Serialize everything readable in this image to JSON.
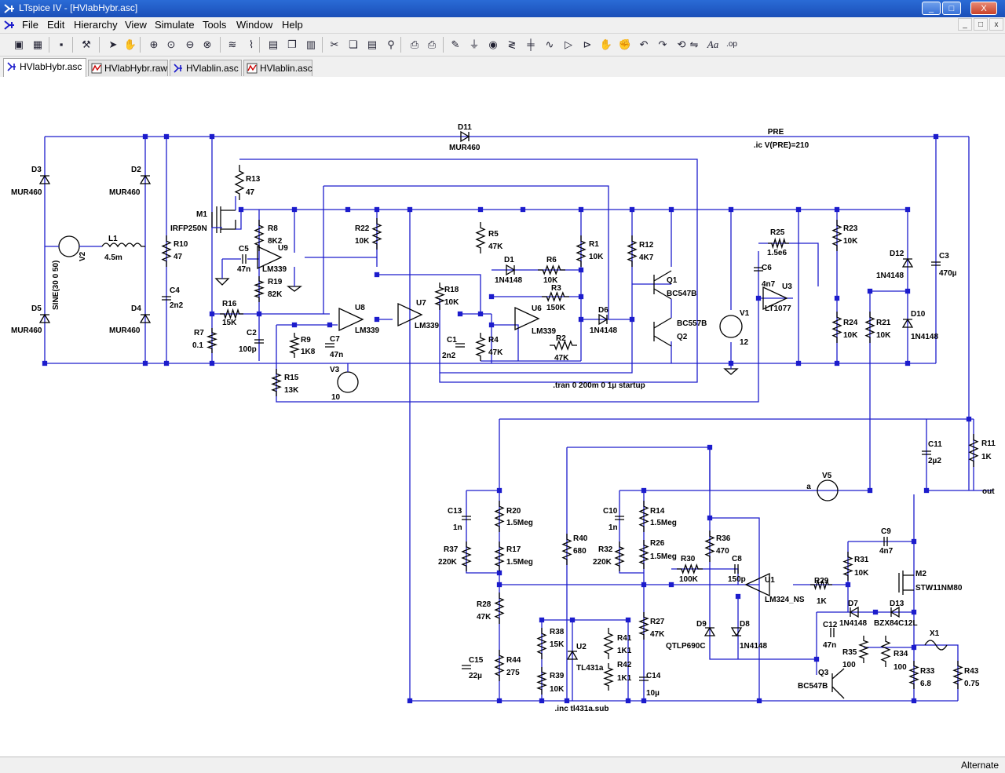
{
  "window": {
    "title": "LTspice IV - [HVlabHybr.asc]",
    "min_glyph": "_",
    "max_glyph": "□",
    "close_glyph": "X"
  },
  "menu": {
    "items": [
      "File",
      "Edit",
      "Hierarchy",
      "View",
      "Simulate",
      "Tools",
      "Window",
      "Help"
    ],
    "mdi_min": "_",
    "mdi_max": "□",
    "mdi_close": "x"
  },
  "toolbar": {
    "icons": [
      "new-schematic-icon",
      "open-icon",
      "save-icon",
      "control-panel-icon",
      "run-icon",
      "halt-icon",
      "zoom-in-icon",
      "pan-icon",
      "zoom-out-icon",
      "zoom-fit-icon",
      "autorange-icon",
      "waveform-icon",
      "tile-horizontal-icon",
      "cascade-icon",
      "tile-vertical-icon",
      "cut-icon",
      "copy-icon",
      "paste-icon",
      "find-icon",
      "print-setup-icon",
      "print-icon",
      "draw-wire-icon",
      "ground-icon",
      "label-net-icon",
      "resistor-icon",
      "capacitor-icon",
      "inductor-icon",
      "diode-icon",
      "component-icon",
      "move-icon",
      "drag-icon",
      "undo-icon",
      "redo-icon",
      "rotate-icon",
      "mirror-icon",
      "text-icon",
      "spice-directive-icon"
    ]
  },
  "tabs": [
    {
      "label": "HVlabHybr.asc",
      "kind": "schematic",
      "active": true
    },
    {
      "label": "HVlabHybr.raw",
      "kind": "waveform",
      "active": false
    },
    {
      "label": "HVlablin.asc",
      "kind": "schematic",
      "active": false
    },
    {
      "label": "HVlablin.asc",
      "kind": "waveform",
      "active": false
    }
  ],
  "status": {
    "text": "Alternate"
  },
  "colors": {
    "wire": "#1c1ccc",
    "titlebar": "#1b4fb8",
    "canvas": "#ffffff"
  },
  "schematic": {
    "directives": {
      "ic": ".ic V(PRE)=210",
      "tran": ".tran 0 200m 0 1µ startup",
      "inc": ".inc tl431a.sub"
    },
    "nets": {
      "pre": "PRE",
      "a": "a",
      "out": "out"
    },
    "components": {
      "D3": {
        "ref": "D3",
        "value": "MUR460"
      },
      "D5": {
        "ref": "D5",
        "value": "MUR460"
      },
      "D2": {
        "ref": "D2",
        "value": "MUR460"
      },
      "D4": {
        "ref": "D4",
        "value": "MUR460"
      },
      "D11": {
        "ref": "D11",
        "value": "MUR460"
      },
      "V2": {
        "ref": "V2",
        "value": "SINE(30 0 50)"
      },
      "L1": {
        "ref": "L1",
        "value": "4.5m"
      },
      "R10": {
        "ref": "R10",
        "value": "47"
      },
      "C4": {
        "ref": "C4",
        "value": "2n2"
      },
      "M1": {
        "ref": "M1",
        "value": "IRFP250N"
      },
      "R13": {
        "ref": "R13",
        "value": "47"
      },
      "R8": {
        "ref": "R8",
        "value": "8K2"
      },
      "C5": {
        "ref": "C5",
        "value": "47n"
      },
      "U9": {
        "ref": "U9",
        "value": "LM339"
      },
      "R19": {
        "ref": "R19",
        "value": "82K"
      },
      "R16": {
        "ref": "R16",
        "value": "15K"
      },
      "R7": {
        "ref": "R7",
        "value": "0.1"
      },
      "C2": {
        "ref": "C2",
        "value": "100p"
      },
      "R9": {
        "ref": "R9",
        "value": "1K8"
      },
      "C7": {
        "ref": "C7",
        "value": "47n"
      },
      "U8": {
        "ref": "U8",
        "value": "LM339"
      },
      "V3": {
        "ref": "V3",
        "value": "10"
      },
      "R15": {
        "ref": "R15",
        "value": "13K"
      },
      "R22": {
        "ref": "R22",
        "value": "10K"
      },
      "U7": {
        "ref": "U7",
        "value": "LM339"
      },
      "R18": {
        "ref": "R18",
        "value": "10K"
      },
      "C1": {
        "ref": "C1",
        "value": "2n2"
      },
      "R5": {
        "ref": "R5",
        "value": "47K"
      },
      "D1": {
        "ref": "D1",
        "value": "1N4148"
      },
      "R6": {
        "ref": "R6",
        "value": "10K"
      },
      "R3": {
        "ref": "R3",
        "value": "150K"
      },
      "U6": {
        "ref": "U6",
        "value": "LM339"
      },
      "R4": {
        "ref": "R4",
        "value": "47K"
      },
      "R2": {
        "ref": "R2",
        "value": "47K"
      },
      "R1": {
        "ref": "R1",
        "value": "10K"
      },
      "D6": {
        "ref": "D6",
        "value": "1N4148"
      },
      "R12": {
        "ref": "R12",
        "value": "4K7"
      },
      "Q1": {
        "ref": "Q1",
        "value": "BC547B"
      },
      "Q2": {
        "ref": "Q2",
        "value": "BC557B"
      },
      "V1": {
        "ref": "V1",
        "value": "12"
      },
      "R25": {
        "ref": "R25",
        "value": "1.5e6"
      },
      "C6": {
        "ref": "C6",
        "value": "4n7"
      },
      "U3": {
        "ref": "U3",
        "value": "LT1077"
      },
      "R23": {
        "ref": "R23",
        "value": "10K"
      },
      "R24": {
        "ref": "R24",
        "value": "10K"
      },
      "R21": {
        "ref": "R21",
        "value": "10K"
      },
      "D12": {
        "ref": "D12",
        "value": "1N4148"
      },
      "D10": {
        "ref": "D10",
        "value": "1N4148"
      },
      "C3": {
        "ref": "C3",
        "value": "470µ"
      },
      "C11": {
        "ref": "C11",
        "value": "2µ2"
      },
      "R11": {
        "ref": "R11",
        "value": "1K"
      },
      "V5": {
        "ref": "V5",
        "value": ""
      },
      "C13": {
        "ref": "C13",
        "value": "1n"
      },
      "R20": {
        "ref": "R20",
        "value": "1.5Meg"
      },
      "R37": {
        "ref": "R37",
        "value": "220K"
      },
      "R17": {
        "ref": "R17",
        "value": "1.5Meg"
      },
      "R28": {
        "ref": "R28",
        "value": "47K"
      },
      "C15": {
        "ref": "C15",
        "value": "22µ"
      },
      "R44": {
        "ref": "R44",
        "value": "275"
      },
      "R40": {
        "ref": "R40",
        "value": "680"
      },
      "R38": {
        "ref": "R38",
        "value": "15K"
      },
      "R39": {
        "ref": "R39",
        "value": "10K"
      },
      "U2": {
        "ref": "U2",
        "value": "TL431a"
      },
      "R41": {
        "ref": "R41",
        "value": "1K1"
      },
      "R42": {
        "ref": "R42",
        "value": "1K1"
      },
      "C10": {
        "ref": "C10",
        "value": "1n"
      },
      "R14": {
        "ref": "R14",
        "value": "1.5Meg"
      },
      "R32": {
        "ref": "R32",
        "value": "220K"
      },
      "R26": {
        "ref": "R26",
        "value": "1.5Meg"
      },
      "R27": {
        "ref": "R27",
        "value": "47K"
      },
      "C14": {
        "ref": "C14",
        "value": "10µ"
      },
      "R30": {
        "ref": "R30",
        "value": "100K"
      },
      "C8": {
        "ref": "C8",
        "value": "150p"
      },
      "R36": {
        "ref": "R36",
        "value": "470"
      },
      "U1": {
        "ref": "U1",
        "value": "LM324_NS"
      },
      "D9": {
        "ref": "D9",
        "value": "QTLP690C"
      },
      "D8": {
        "ref": "D8",
        "value": "1N4148"
      },
      "R29": {
        "ref": "R29",
        "value": "1K"
      },
      "C9": {
        "ref": "C9",
        "value": "4n7"
      },
      "R31": {
        "ref": "R31",
        "value": "10K"
      },
      "M2": {
        "ref": "M2",
        "value": "STW11NM80"
      },
      "D7": {
        "ref": "D7",
        "value": "1N4148"
      },
      "D13": {
        "ref": "D13",
        "value": "BZX84C12L"
      },
      "C12": {
        "ref": "C12",
        "value": "47n"
      },
      "R35": {
        "ref": "R35",
        "value": "100"
      },
      "R34": {
        "ref": "R34",
        "value": "100"
      },
      "Q3": {
        "ref": "Q3",
        "value": "BC547B"
      },
      "X1": {
        "ref": "X1",
        "value": ""
      },
      "R33": {
        "ref": "R33",
        "value": "6.8"
      },
      "R43": {
        "ref": "R43",
        "value": "0.75"
      }
    }
  }
}
